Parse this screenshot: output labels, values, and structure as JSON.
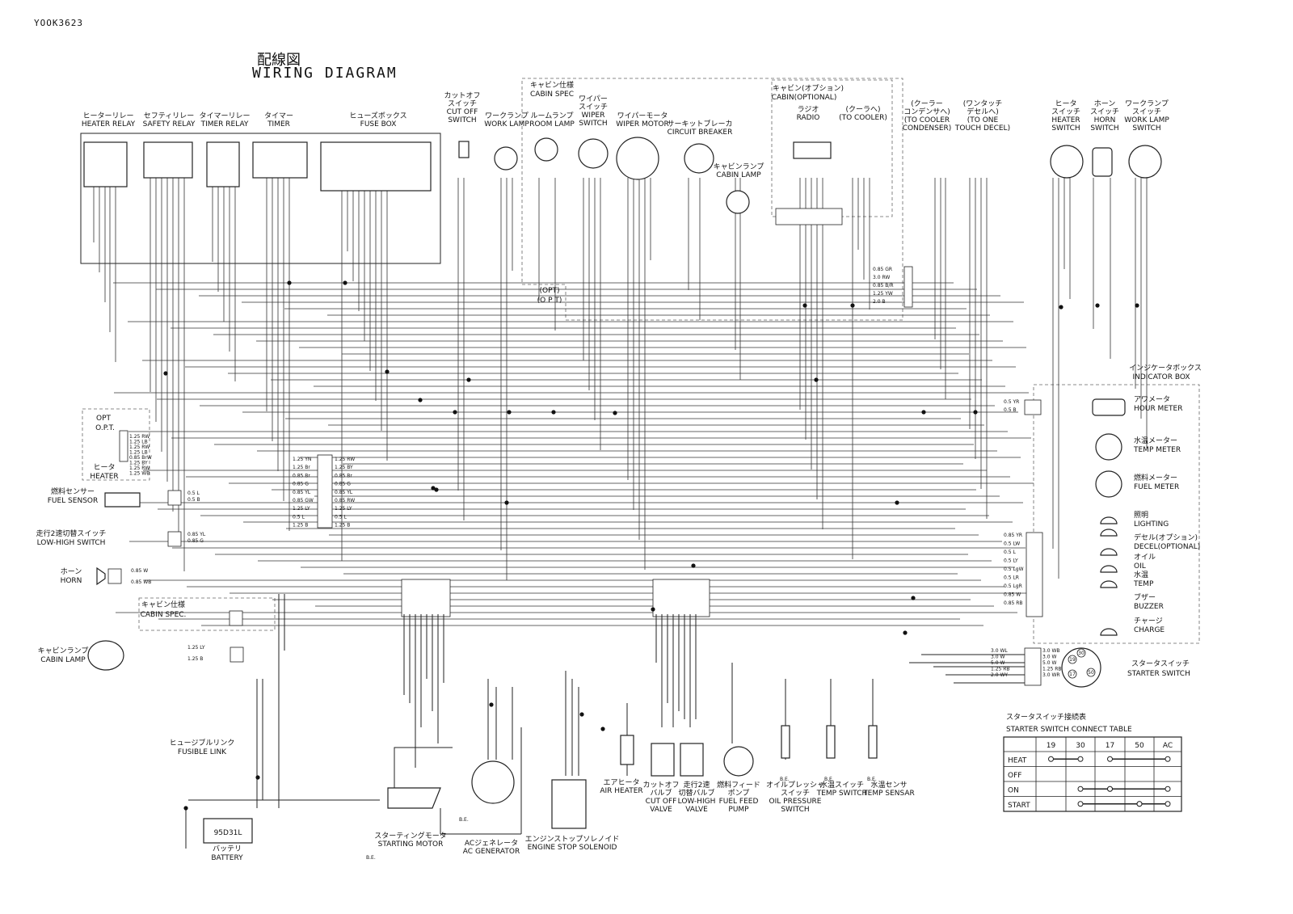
{
  "doc_id": "YOOK3623",
  "title": {
    "jp": "配線図",
    "en": "WIRING DIAGRAM"
  },
  "components_top": [
    {
      "id": "heater-relay",
      "jp": "ヒーターリレー",
      "en": "HEATER RELAY"
    },
    {
      "id": "safety-relay",
      "jp": "セフティリレー",
      "en": "SAFETY RELAY"
    },
    {
      "id": "timer-relay",
      "jp": "タイマーリレー",
      "en": "TIMER RELAY"
    },
    {
      "id": "timer",
      "jp": "タイマー",
      "en": "TIMER"
    },
    {
      "id": "fuse-box",
      "jp": "ヒューズボックス",
      "en": "FUSE BOX"
    },
    {
      "id": "cut-off-switch",
      "jp": "カットオフ\nスイッチ",
      "en": "CUT OFF\nSWITCH"
    },
    {
      "id": "work-lamp",
      "jp": "ワークランプ",
      "en": "WORK LAMP"
    },
    {
      "id": "room-lamp",
      "jp": "ルームランプ",
      "en": "ROOM LAMP"
    },
    {
      "id": "wiper-switch",
      "jp": "ワイパー\nスイッチ",
      "en": "WIPER\nSWITCH"
    },
    {
      "id": "wiper-motor",
      "jp": "ワイパーモータ",
      "en": "WIPER MOTOR"
    },
    {
      "id": "circuit-breaker",
      "jp": "サーキットブレーカ",
      "en": "CIRCUIT BREAKER"
    },
    {
      "id": "cabin-lamp-top",
      "jp": "キャビンランプ",
      "en": "CABIN LAMP"
    },
    {
      "id": "radio",
      "jp": "ラジオ",
      "en": "RADIO"
    },
    {
      "id": "to-cooler",
      "jp": "(クーラへ)",
      "en": "(TO COOLER)"
    },
    {
      "id": "to-cooler-condenser",
      "jp": "(クーラー\nコンデンサへ)",
      "en": "(TO COOLER\nCONDENSER)"
    },
    {
      "id": "to-one-touch-decel",
      "jp": "(ワンタッチ\nデセルへ)",
      "en": "(TO ONE\nTOUCH DECEL)"
    },
    {
      "id": "heater-switch",
      "jp": "ヒータ\nスイッチ",
      "en": "HEATER\nSWITCH"
    },
    {
      "id": "horn-switch",
      "jp": "ホーン\nスイッチ",
      "en": "HORN\nSWITCH"
    },
    {
      "id": "work-lamp-switch",
      "jp": "ワークランプ\nスイッチ",
      "en": "WORK LAMP\nSWITCH"
    }
  ],
  "group_labels": {
    "cabin_spec": {
      "jp": "キャビン仕様",
      "en": "CABIN SPEC"
    },
    "cabin_optional": {
      "jp": "キャビン(オプション)",
      "en": "CABIN(OPTIONAL)"
    },
    "opt": {
      "jp": "(OPT)",
      "en": "(O P T)"
    },
    "opt_left": {
      "jp": "OPT",
      "en": "O.P.T."
    },
    "cabin_spec_left": {
      "jp": "キャビン仕様",
      "en": "CABIN SPEC."
    }
  },
  "components_left": [
    {
      "id": "heater",
      "jp": "ヒータ",
      "en": "HEATER"
    },
    {
      "id": "fuel-sensor",
      "jp": "燃料センサー",
      "en": "FUEL SENSOR"
    },
    {
      "id": "low-high-switch",
      "jp": "走行2速切替スイッチ",
      "en": "LOW-HIGH SWITCH"
    },
    {
      "id": "horn",
      "jp": "ホーン",
      "en": "HORN"
    },
    {
      "id": "cabin-lamp-left",
      "jp": "キャビンランプ",
      "en": "CABIN LAMP"
    },
    {
      "id": "fusible-link",
      "jp": "ヒュージブルリンク",
      "en": "FUSIBLE LINK"
    },
    {
      "id": "battery",
      "jp": "バッテリ",
      "en": "BATTERY",
      "model": "95D31L"
    }
  ],
  "components_bottom": [
    {
      "id": "starting-motor",
      "jp": "スターティングモータ",
      "en": "STARTING MOTOR"
    },
    {
      "id": "ac-generator",
      "jp": "ACジェネレータ",
      "en": "AC GENERATOR"
    },
    {
      "id": "engine-stop-solenoid",
      "jp": "エンジンストップソレノイド",
      "en": "ENGINE STOP SOLENOID"
    },
    {
      "id": "air-heater",
      "jp": "エアヒータ",
      "en": "AIR HEATER"
    },
    {
      "id": "cut-off-valve",
      "jp": "カットオフ\nバルブ",
      "en": "CUT OFF\nVALVE"
    },
    {
      "id": "low-high-valve",
      "jp": "走行2速\n切替バルブ",
      "en": "LOW-HIGH\nVALVE"
    },
    {
      "id": "fuel-feed-pump",
      "jp": "燃料フィード\nポンプ",
      "en": "FUEL FEED\nPUMP"
    },
    {
      "id": "oil-pressure-switch",
      "jp": "オイルプレッシャ\nスイッチ",
      "en": "OIL PRESSURE\nSWITCH"
    },
    {
      "id": "temp-switch",
      "jp": "水温スイッチ",
      "en": "TEMP SWITCH"
    },
    {
      "id": "temp-sensar",
      "jp": "水温センサ",
      "en": "TEMP SENSAR"
    }
  ],
  "indicator_box": {
    "jp": "インジケータボックス",
    "en": "INDICATOR BOX",
    "items": [
      {
        "jp": "アワメータ",
        "en": "HOUR METER"
      },
      {
        "jp": "水温メーター",
        "en": "TEMP METER"
      },
      {
        "jp": "燃料メーター",
        "en": "FUEL METER"
      },
      {
        "jp": "照明",
        "en": "LIGHTING"
      },
      {
        "jp": "デセル(オプション)",
        "en": "DECEL(OPTIONAL)"
      },
      {
        "jp": "オイル",
        "en": "OIL"
      },
      {
        "jp": "水温",
        "en": "TEMP"
      },
      {
        "jp": "ブザー",
        "en": "BUZZER"
      },
      {
        "jp": "チャージ",
        "en": "CHARGE"
      }
    ]
  },
  "starter_switch": {
    "jp": "スタータスイッチ",
    "en": "STARTER SWITCH",
    "terminals": [
      "19",
      "30",
      "17",
      "50"
    ]
  },
  "connect_table": {
    "jp": "スタータスイッチ接続表",
    "en": "STARTER SWITCH CONNECT TABLE",
    "columns": [
      "19",
      "30",
      "17",
      "50",
      "AC"
    ],
    "rows": [
      {
        "label": "HEAT",
        "spans": [
          [
            0,
            1
          ],
          [
            2,
            4
          ]
        ]
      },
      {
        "label": "OFF",
        "spans": []
      },
      {
        "label": "ON",
        "spans": [
          [
            1,
            2
          ],
          [
            2,
            4
          ]
        ]
      },
      {
        "label": "START",
        "spans": [
          [
            1,
            3
          ],
          [
            3,
            4
          ]
        ]
      }
    ]
  },
  "wire_labels": {
    "heater_block": [
      "1.25 RW",
      "1.25 LB",
      "1.25 RW",
      "1.25 LB",
      "0.85 BrW",
      "1.25 BY",
      "1.25 RW",
      "1.25 WB"
    ],
    "main_connector_left": [
      "1.25 YN",
      "1.25 Br",
      "0.85 Br",
      "0.85 G",
      "0.85 YL",
      "0.85 GW",
      "1.25 LY",
      "0.5 L",
      "1.25 B"
    ],
    "main_connector_right": [
      "1.25 RW",
      "1.25 BY",
      "0.85 Br",
      "0.85 G",
      "0.85 YL",
      "0.85 RW",
      "1.25 LY",
      "0.5 L",
      "1.25 B"
    ],
    "indicator_left": [
      "0.85 YR",
      "0.5 LW",
      "0.5 L",
      "0.5 LY",
      "0.5 LgW",
      "0.5 LR",
      "0.5 LgR",
      "0.85 W",
      "0.85 RB"
    ],
    "starter_left": [
      "3.0 WL",
      "3.0 W",
      "5.0 W",
      "1.25 RB",
      "2.0 WY"
    ],
    "starter_right": [
      "3.0 WB",
      "3.0 W",
      "5.0 W",
      "1.25 RB",
      "3.0 WR"
    ],
    "fuel_sensor": [
      "0.5 L",
      "0.5 B"
    ],
    "low_high": [
      "0.85 YL",
      "0.85 G"
    ],
    "horn": [
      "0.85 W",
      "0.85 WB"
    ],
    "cabin_lamp": [
      "1.25 LY",
      "1.25 B"
    ],
    "hour_meter": [
      "0.5 YR",
      "0.5 B"
    ],
    "radio_block": [
      "0.85 GR",
      "3.0 RW",
      "0.85 B/R",
      "1.25 YW",
      "2.0 B"
    ],
    "ground": "B.E."
  }
}
